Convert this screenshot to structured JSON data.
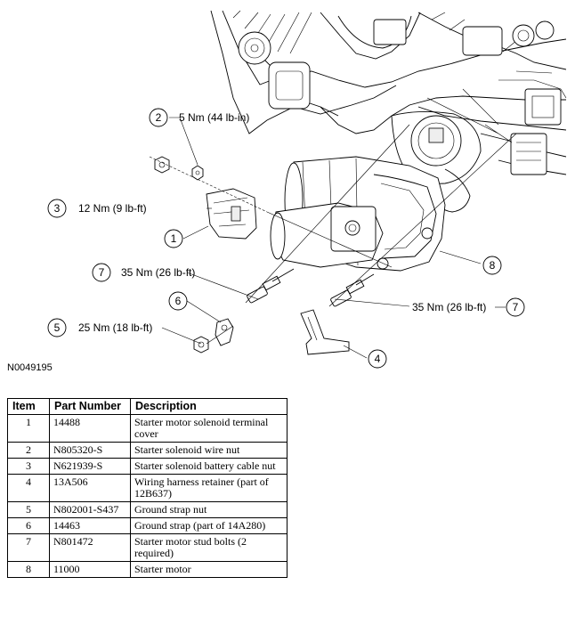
{
  "figure": {
    "code": "N0049195",
    "callouts": [
      {
        "num": "1",
        "spec": ""
      },
      {
        "num": "2",
        "spec": "5 Nm (44 lb-in)"
      },
      {
        "num": "3",
        "spec": "12 Nm (9 lb-ft)"
      },
      {
        "num": "4",
        "spec": ""
      },
      {
        "num": "5",
        "spec": "25 Nm (18 lb-ft)"
      },
      {
        "num": "6",
        "spec": ""
      },
      {
        "num": "7",
        "spec": "35 Nm (26 lb-ft)"
      },
      {
        "num": "7",
        "spec": "35 Nm (26 lb-ft)"
      },
      {
        "num": "8",
        "spec": ""
      }
    ]
  },
  "table": {
    "headers": [
      "Item",
      "Part Number",
      "Description"
    ],
    "rows": [
      [
        "1",
        "14488",
        "Starter motor solenoid terminal cover"
      ],
      [
        "2",
        "N805320-S",
        "Starter solenoid wire nut"
      ],
      [
        "3",
        "N621939-S",
        "Starter solenoid battery cable nut"
      ],
      [
        "4",
        "13A506",
        "Wiring harness retainer (part of 12B637)"
      ],
      [
        "5",
        "N802001-S437",
        "Ground strap nut"
      ],
      [
        "6",
        "14463",
        "Ground strap (part of 14A280)"
      ],
      [
        "7",
        "N801472",
        "Starter motor stud bolts (2 required)"
      ],
      [
        "8",
        "11000",
        "Starter motor"
      ]
    ]
  }
}
